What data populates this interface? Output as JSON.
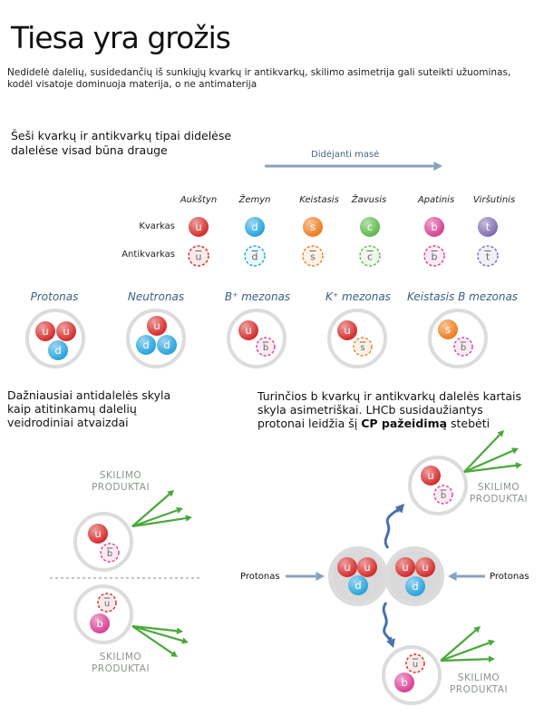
{
  "title": "Tiesa yra grožis",
  "subtitle": "Nedidelė dalelių, susidedančių iš sunkiųjų kvarkų ir antikvarkų, skilimo asimetrija gali suteikti užuominas, kodėl visatoje dominuoja materija, o ne antimaterija",
  "six_types": {
    "heading": "Šeši kvarkų ir antikvarkų tipai didelėse dalelėse visad būna drauge",
    "mass_label": "Didėjanti masė",
    "columns": [
      "Aukštyn",
      "Žemyn",
      "Keistasis",
      "Žavusis",
      "Apatinis",
      "Viršutinis"
    ],
    "row_quark": "Kvarkas",
    "row_antiquark": "Antikvarkas",
    "quarks": [
      {
        "letter": "u",
        "color": "#d42a2a"
      },
      {
        "letter": "d",
        "color": "#25a3dc"
      },
      {
        "letter": "s",
        "color": "#ee7a1c"
      },
      {
        "letter": "c",
        "color": "#5db84a"
      },
      {
        "letter": "b",
        "color": "#d93e93"
      },
      {
        "letter": "t",
        "color": "#7f6bb0"
      }
    ]
  },
  "particles": [
    {
      "name": "Protonas"
    },
    {
      "name": "Neutronas"
    },
    {
      "name": "B⁺ mezonas"
    },
    {
      "name": "K⁺ mezonas"
    },
    {
      "name": "Keistasis B mezonas"
    }
  ],
  "mirror_text": "Dažniausiai antidalelės skyla kaip atitinkamų dalelių veidrodiniai atvaizdai",
  "lhcb_text_a": "Turinčios b kvarkų ir antikvarkų dalelės kartais skyla asimetriškai. LHCb susidaužiantys protonai leidžia šį ",
  "lhcb_text_bold": "CP pažeidimą",
  "lhcb_text_c": " stebėti",
  "decay_label_line1": "SKILIMO",
  "decay_label_line2": "PRODUKTAI",
  "proton_label": "Protonas",
  "colors": {
    "arrow_mass": "#8aa3bb",
    "decay_arrow": "#4aa83a",
    "proton_arrow": "#8aa3bb",
    "collision_arrow": "#4a72a8",
    "ring": "#dcdcdc"
  }
}
